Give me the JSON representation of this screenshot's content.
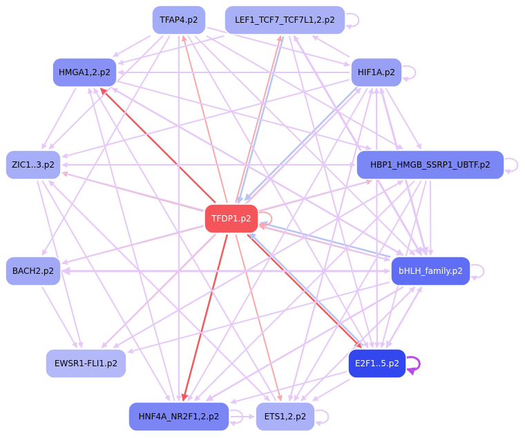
{
  "network": {
    "nodes": [
      {
        "id": "TFAP4",
        "label": "TFAP4.p2",
        "fill": "#a3acf7",
        "text": "#000000"
      },
      {
        "id": "LEF1",
        "label": "LEF1_TCF7_TCF7L1,2.p2",
        "fill": "#a9b0f6",
        "text": "#000000"
      },
      {
        "id": "HMGA1",
        "label": "HMGA1,2.p2",
        "fill": "#8892f6",
        "text": "#000000"
      },
      {
        "id": "HIF1A",
        "label": "HIF1A.p2",
        "fill": "#98a0f6",
        "text": "#000000"
      },
      {
        "id": "ZIC1",
        "label": "ZIC1..3.p2",
        "fill": "#a6aef7",
        "text": "#000000"
      },
      {
        "id": "HBP1",
        "label": "HBP1_HMGB_SSRP1_UBTF.p2",
        "fill": "#7b87f5",
        "text": "#000000"
      },
      {
        "id": "TFDP1",
        "label": "TFDP1.p2",
        "fill": "#f4545a",
        "text": "#ffffff"
      },
      {
        "id": "BACH2",
        "label": "BACH2.p2",
        "fill": "#a1a9f7",
        "text": "#000000"
      },
      {
        "id": "bHLH",
        "label": "bHLH_family.p2",
        "fill": "#5f6ef4",
        "text": "#ffffff"
      },
      {
        "id": "EWSR1",
        "label": "EWSR1-FLI1.p2",
        "fill": "#b2b8f8",
        "text": "#000000"
      },
      {
        "id": "E2F1",
        "label": "E2F1..5.p2",
        "fill": "#3347ee",
        "text": "#ffffff"
      },
      {
        "id": "HNF4A",
        "label": "HNF4A_NR2F1,2.p2",
        "fill": "#7b86f4",
        "text": "#000000"
      },
      {
        "id": "ETS1",
        "label": "ETS1,2.p2",
        "fill": "#aab1f7",
        "text": "#000000"
      }
    ],
    "edge_colors": {
      "purple": "#e6c8f8",
      "red": "#f8a8aa",
      "strong_red": "#f05a5c",
      "blue": "#b8c4f4",
      "self_strong": "#b94be6"
    },
    "edges": [
      {
        "from": "TFDP1",
        "to": "HMGA1",
        "color": "strong_red",
        "width": 2.5
      },
      {
        "from": "TFDP1",
        "to": "TFAP4",
        "color": "red",
        "width": 2
      },
      {
        "from": "TFDP1",
        "to": "LEF1",
        "color": "red",
        "width": 2
      },
      {
        "from": "TFDP1",
        "to": "ZIC1",
        "color": "red",
        "width": 2
      },
      {
        "from": "TFDP1",
        "to": "BACH2",
        "color": "red",
        "width": 2
      },
      {
        "from": "TFDP1",
        "to": "EWSR1",
        "color": "red",
        "width": 2
      },
      {
        "from": "TFDP1",
        "to": "HNF4A",
        "color": "strong_red",
        "width": 2.5
      },
      {
        "from": "TFDP1",
        "to": "ETS1",
        "color": "red",
        "width": 2
      },
      {
        "from": "TFDP1",
        "to": "E2F1",
        "color": "strong_red",
        "width": 2.5
      },
      {
        "from": "TFDP1",
        "to": "HBP1",
        "color": "red",
        "width": 2
      },
      {
        "from": "TFDP1",
        "to": "HIF1A",
        "color": "red",
        "width": 2
      },
      {
        "from": "bHLH",
        "to": "TFDP1",
        "color": "red",
        "width": 2
      },
      {
        "from": "bHLH",
        "to": "TFDP1",
        "color": "blue",
        "width": 2.5,
        "offset": 5
      },
      {
        "from": "HIF1A",
        "to": "TFDP1",
        "color": "blue",
        "width": 2.5,
        "offset": 5
      },
      {
        "from": "E2F1",
        "to": "TFDP1",
        "color": "blue",
        "width": 2.5,
        "offset": 4
      },
      {
        "from": "LEF1",
        "to": "TFDP1",
        "color": "blue",
        "width": 2.5,
        "offset": -4
      },
      {
        "from": "HIF1A",
        "to": "HMGA1",
        "color": "purple",
        "width": 2
      },
      {
        "from": "HIF1A",
        "to": "LEF1",
        "color": "purple",
        "width": 2
      },
      {
        "from": "HIF1A",
        "to": "ZIC1",
        "color": "purple",
        "width": 2
      },
      {
        "from": "HIF1A",
        "to": "HBP1",
        "color": "purple",
        "width": 2
      },
      {
        "from": "HIF1A",
        "to": "bHLH",
        "color": "purple",
        "width": 3
      },
      {
        "from": "HIF1A",
        "to": "E2F1",
        "color": "purple",
        "width": 2
      },
      {
        "from": "HIF1A",
        "to": "HNF4A",
        "color": "purple",
        "width": 2
      },
      {
        "from": "HIF1A",
        "to": "ETS1",
        "color": "purple",
        "width": 2
      },
      {
        "from": "HIF1A",
        "to": "EWSR1",
        "color": "purple",
        "width": 2
      },
      {
        "from": "TFAP4",
        "to": "HMGA1",
        "color": "purple",
        "width": 2
      },
      {
        "from": "TFAP4",
        "to": "ZIC1",
        "color": "purple",
        "width": 2
      },
      {
        "from": "TFAP4",
        "to": "BACH2",
        "color": "purple",
        "width": 2
      },
      {
        "from": "TFAP4",
        "to": "HNF4A",
        "color": "purple",
        "width": 2
      },
      {
        "from": "TFAP4",
        "to": "HIF1A",
        "color": "purple",
        "width": 2
      },
      {
        "from": "TFAP4",
        "to": "HBP1",
        "color": "purple",
        "width": 2
      },
      {
        "from": "TFAP4",
        "to": "bHLH",
        "color": "purple",
        "width": 2
      },
      {
        "from": "TFAP4",
        "to": "E2F1",
        "color": "purple",
        "width": 2
      },
      {
        "from": "LEF1",
        "to": "bHLH",
        "color": "purple",
        "width": 3
      },
      {
        "from": "LEF1",
        "to": "E2F1",
        "color": "purple",
        "width": 2
      },
      {
        "from": "LEF1",
        "to": "HMGA1",
        "color": "purple",
        "width": 2
      },
      {
        "from": "HMGA1",
        "to": "ZIC1",
        "color": "purple",
        "width": 2
      },
      {
        "from": "HMGA1",
        "to": "bHLH",
        "color": "purple",
        "width": 2.5
      },
      {
        "from": "HMGA1",
        "to": "HBP1",
        "color": "purple",
        "width": 2
      },
      {
        "from": "ZIC1",
        "to": "HBP1",
        "color": "purple",
        "width": 2
      },
      {
        "from": "ZIC1",
        "to": "bHLH",
        "color": "purple",
        "width": 2
      },
      {
        "from": "ZIC1",
        "to": "HNF4A",
        "color": "purple",
        "width": 2
      },
      {
        "from": "ZIC1",
        "to": "ETS1",
        "color": "purple",
        "width": 2
      },
      {
        "from": "ZIC1",
        "to": "EWSR1",
        "color": "purple",
        "width": 2
      },
      {
        "from": "HBP1",
        "to": "bHLH",
        "color": "purple",
        "width": 2
      },
      {
        "from": "HBP1",
        "to": "ZIC1",
        "color": "purple",
        "width": 2
      },
      {
        "from": "HBP1",
        "to": "HNF4A",
        "color": "purple",
        "width": 2
      },
      {
        "from": "HBP1",
        "to": "ETS1",
        "color": "purple",
        "width": 2
      },
      {
        "from": "HBP1",
        "to": "EWSR1",
        "color": "purple",
        "width": 2
      },
      {
        "from": "HBP1",
        "to": "E2F1",
        "color": "purple",
        "width": 2
      },
      {
        "from": "HBP1",
        "to": "BACH2",
        "color": "purple",
        "width": 2
      },
      {
        "from": "bHLH",
        "to": "BACH2",
        "color": "purple",
        "width": 3
      },
      {
        "from": "bHLH",
        "to": "E2F1",
        "color": "purple",
        "width": 2.5
      },
      {
        "from": "bHLH",
        "to": "HNF4A",
        "color": "purple",
        "width": 2.5
      },
      {
        "from": "bHLH",
        "to": "ETS1",
        "color": "purple",
        "width": 2
      },
      {
        "from": "bHLH",
        "to": "EWSR1",
        "color": "purple",
        "width": 2
      },
      {
        "from": "bHLH",
        "to": "HMGA1",
        "color": "purple",
        "width": 2
      },
      {
        "from": "bHLH",
        "to": "LEF1",
        "color": "purple",
        "width": 2
      },
      {
        "from": "bHLH",
        "to": "HIF1A",
        "color": "purple",
        "width": 2
      },
      {
        "from": "BACH2",
        "to": "EWSR1",
        "color": "purple",
        "width": 2
      },
      {
        "from": "BACH2",
        "to": "bHLH",
        "color": "purple",
        "width": 2
      },
      {
        "from": "E2F1",
        "to": "HNF4A",
        "color": "purple",
        "width": 2
      },
      {
        "from": "E2F1",
        "to": "ETS1",
        "color": "purple",
        "width": 2
      },
      {
        "from": "E2F1",
        "to": "HIF1A",
        "color": "purple",
        "width": 2
      },
      {
        "from": "E2F1",
        "to": "bHLH",
        "color": "purple",
        "width": 2
      },
      {
        "from": "ETS1",
        "to": "bHLH",
        "color": "purple",
        "width": 2
      },
      {
        "from": "ETS1",
        "to": "HIF1A",
        "color": "purple",
        "width": 2
      },
      {
        "from": "ETS1",
        "to": "HMGA1",
        "color": "purple",
        "width": 2
      },
      {
        "from": "ETS1",
        "to": "ZIC1",
        "color": "purple",
        "width": 2
      },
      {
        "from": "HNF4A",
        "to": "ETS1",
        "color": "purple",
        "width": 2
      },
      {
        "from": "HNF4A",
        "to": "HMGA1",
        "color": "purple",
        "width": 2
      },
      {
        "from": "EWSR1",
        "to": "HBP1",
        "color": "purple",
        "width": 2
      },
      {
        "from": "EWSR1",
        "to": "HIF1A",
        "color": "purple",
        "width": 2
      }
    ],
    "self_loops": [
      {
        "node": "LEF1",
        "color": "purple"
      },
      {
        "node": "HIF1A",
        "color": "purple"
      },
      {
        "node": "HBP1",
        "color": "purple"
      },
      {
        "node": "TFDP1",
        "color": "red"
      },
      {
        "node": "bHLH",
        "color": "purple"
      },
      {
        "node": "E2F1",
        "color": "self_strong"
      },
      {
        "node": "HNF4A",
        "color": "purple"
      },
      {
        "node": "ETS1",
        "color": "purple"
      }
    ]
  }
}
